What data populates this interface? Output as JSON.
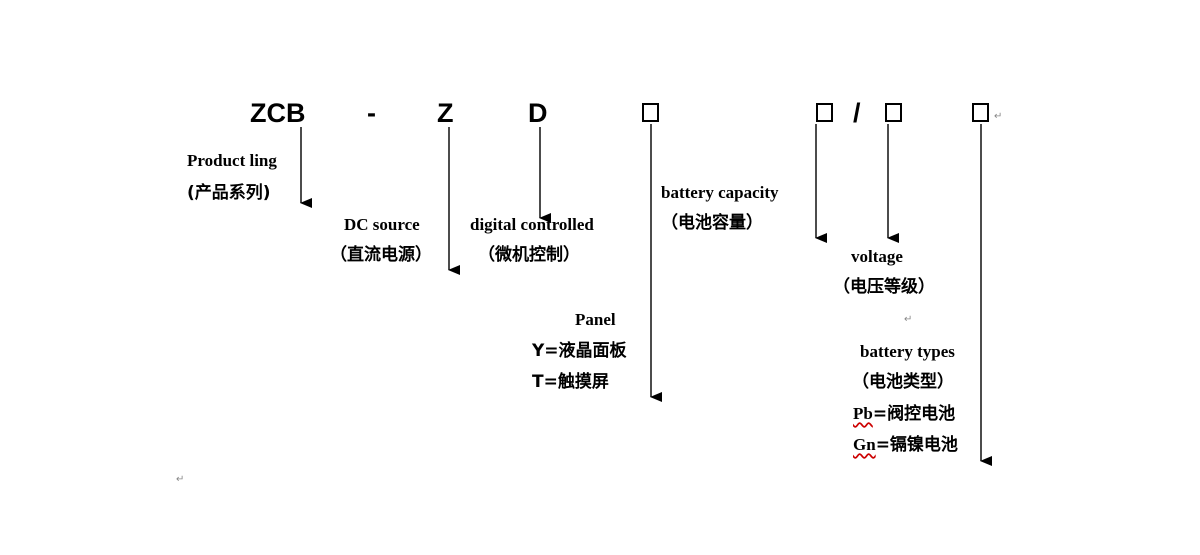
{
  "code": {
    "prefix": "ZCB",
    "dash": "-",
    "z": "Z",
    "d": "D",
    "slash": "/"
  },
  "labels": {
    "product_line_en": "Product ling",
    "product_line_cn": "(产品系列)",
    "dc_source_en": "DC source",
    "dc_source_cn": "（直流电源）",
    "digital_en": "digital controlled",
    "digital_cn": "（微机控制）",
    "panel_title": "Panel",
    "panel_y": "Y=液晶面板",
    "panel_t": "T=触摸屏",
    "capacity_en": "battery capacity",
    "capacity_cn": "（电池容量）",
    "voltage_en": "voltage",
    "voltage_cn": "（电压等级）",
    "types_en": "battery types",
    "types_cn": "（电池类型）",
    "types_pb_code": "Pb",
    "types_pb_desc": "=阀控电池",
    "types_gn_code": "Gn",
    "types_gn_desc": "=镉镍电池"
  },
  "colors": {
    "ink": "#000000",
    "spellcheck_underline": "#cc0000",
    "paragraph_mark": "#888888"
  }
}
